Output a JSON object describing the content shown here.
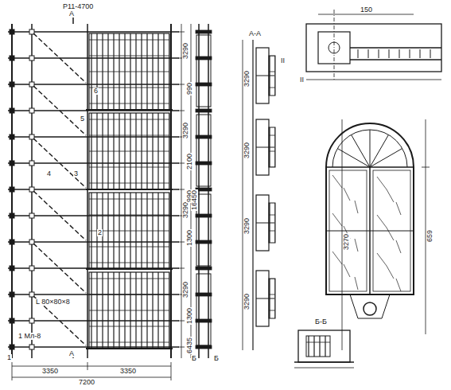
{
  "diagram": {
    "labels": [
      "Р11-4700",
      "А",
      "А",
      "6",
      "5",
      "4",
      "3",
      "2",
      "L 80×80×8",
      "1 Мл-8",
      "3350",
      "3350",
      "7200",
      "3290",
      "3290",
      "3290",
      "3290",
      "2100",
      "1300",
      "1300",
      "990",
      "990",
      "6435",
      "16450",
      "Б",
      "Б",
      "А-А",
      "II",
      "3290",
      "3290",
      "3290",
      "3290",
      "150",
      "II",
      "Б-Б",
      "3270",
      "659",
      "1"
    ]
  }
}
